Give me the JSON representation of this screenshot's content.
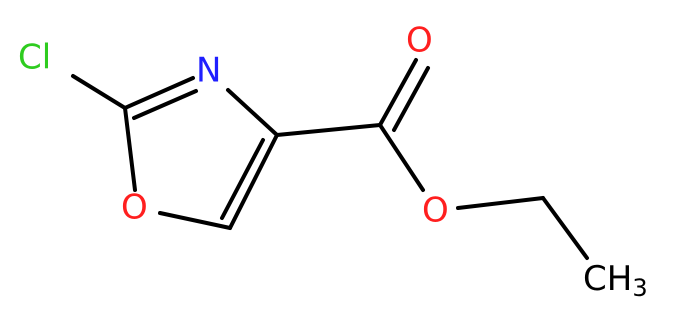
{
  "molecule": {
    "atoms": {
      "chlorine": {
        "label": "Cl",
        "color": "#2ecc1f"
      },
      "nitrogen": {
        "label": "N",
        "color": "#1f1fff"
      },
      "ring_oxygen": {
        "label": "O",
        "color": "#ff1f1f"
      },
      "carbonyl_oxygen": {
        "label": "O",
        "color": "#ff1f1f"
      },
      "ester_oxygen": {
        "label": "O",
        "color": "#ff1f1f"
      },
      "methyl": {
        "label": "CH",
        "subscript": "3",
        "color": "#000000"
      }
    },
    "bond_color": "#000000"
  }
}
